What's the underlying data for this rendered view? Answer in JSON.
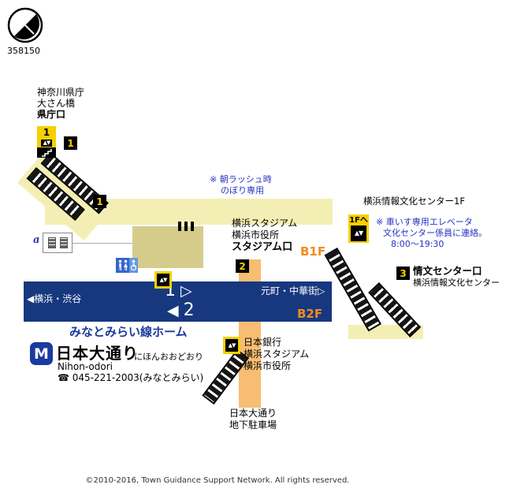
{
  "meta": {
    "map_id": "358150",
    "copyright": "©2010-2016, Town Guidance Support Network. All rights reserved."
  },
  "icons": {
    "elevator_glyph": "▲▼"
  },
  "legend": {
    "key_a": "a"
  },
  "notes": {
    "rush_line1": "※ 朝ラッシュ時",
    "rush_line2": "のぼり専用"
  },
  "station": {
    "logo_letter": "M",
    "name_ja": "日本大通り",
    "name_kana": "にほんおおどおり",
    "name_en": "Nihon-odori",
    "phone": "☎ 045-221-2003(みなとみらい)",
    "platform_label": "みなとみらい線ホーム"
  },
  "platform": {
    "direction_left": "◀横浜・渋谷",
    "direction_right": "元町・中華街▷",
    "track1_number": "1",
    "track1_arrow": "▷",
    "track2_number": "2",
    "track2_arrow": "◀",
    "floor_b1": "B1F",
    "floor_b2": "B2F"
  },
  "exit1": {
    "number": "1",
    "destinations": [
      "神奈川県庁",
      "大さん橋"
    ],
    "gate_name": "県庁口"
  },
  "exit2": {
    "number": "2",
    "destinations": [
      "横浜スタジアム",
      "横浜市役所"
    ],
    "gate_name": "スタジアム口"
  },
  "exit3": {
    "number": "3",
    "gate_name": "情文センター口",
    "destination": "横浜情報文化センター"
  },
  "elevator_1f": {
    "sign_label": "1Fへ",
    "destination": "横浜情報文化センター1F",
    "note_line1": "※ 車いす専用エレベータ",
    "note_line2": "文化センター係員に連絡。",
    "note_line3": "8:00〜19:30"
  },
  "poi_b1": {
    "line1": "日本銀行",
    "line2": "横浜スタジアム",
    "line3": "横浜市役所"
  },
  "parking": {
    "line1": "日本大通り",
    "line2": "地下駐車場"
  }
}
